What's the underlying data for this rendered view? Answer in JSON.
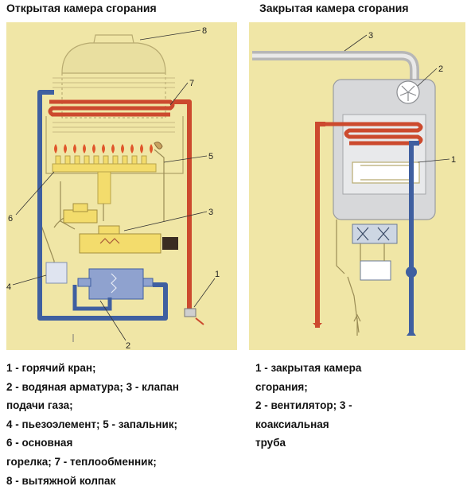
{
  "left": {
    "title": "Открытая камера сгорания",
    "callouts": [
      "8",
      "7",
      "5",
      "3",
      "6",
      "4",
      "1",
      "2"
    ],
    "legend_lines": [
      "1 - горячий кран;",
      "2 - водяная арматура; 3 - клапан",
      "подачи газа;",
      "4 - пьезоэлемент; 5 - запальник;",
      "6 - основная",
      "горелка; 7 - теплообменник;",
      "8 - вытяжной колпак"
    ]
  },
  "right": {
    "title": "Закрытая камера сгорания",
    "callouts": [
      "3",
      "2",
      "1"
    ],
    "legend_lines": [
      "1 - закрытая камера",
      "сгорания;",
      "2 - вентилятор; 3 -",
      "коаксиальная",
      "труба"
    ]
  },
  "colors": {
    "panel_bg": "#f0e6a6",
    "hot_pipe": "#cc4a2e",
    "cold_pipe": "#3f5fa0",
    "yellow_part": "#f3dc6c",
    "flame": "#e0562b",
    "case": "#d7d8da"
  }
}
